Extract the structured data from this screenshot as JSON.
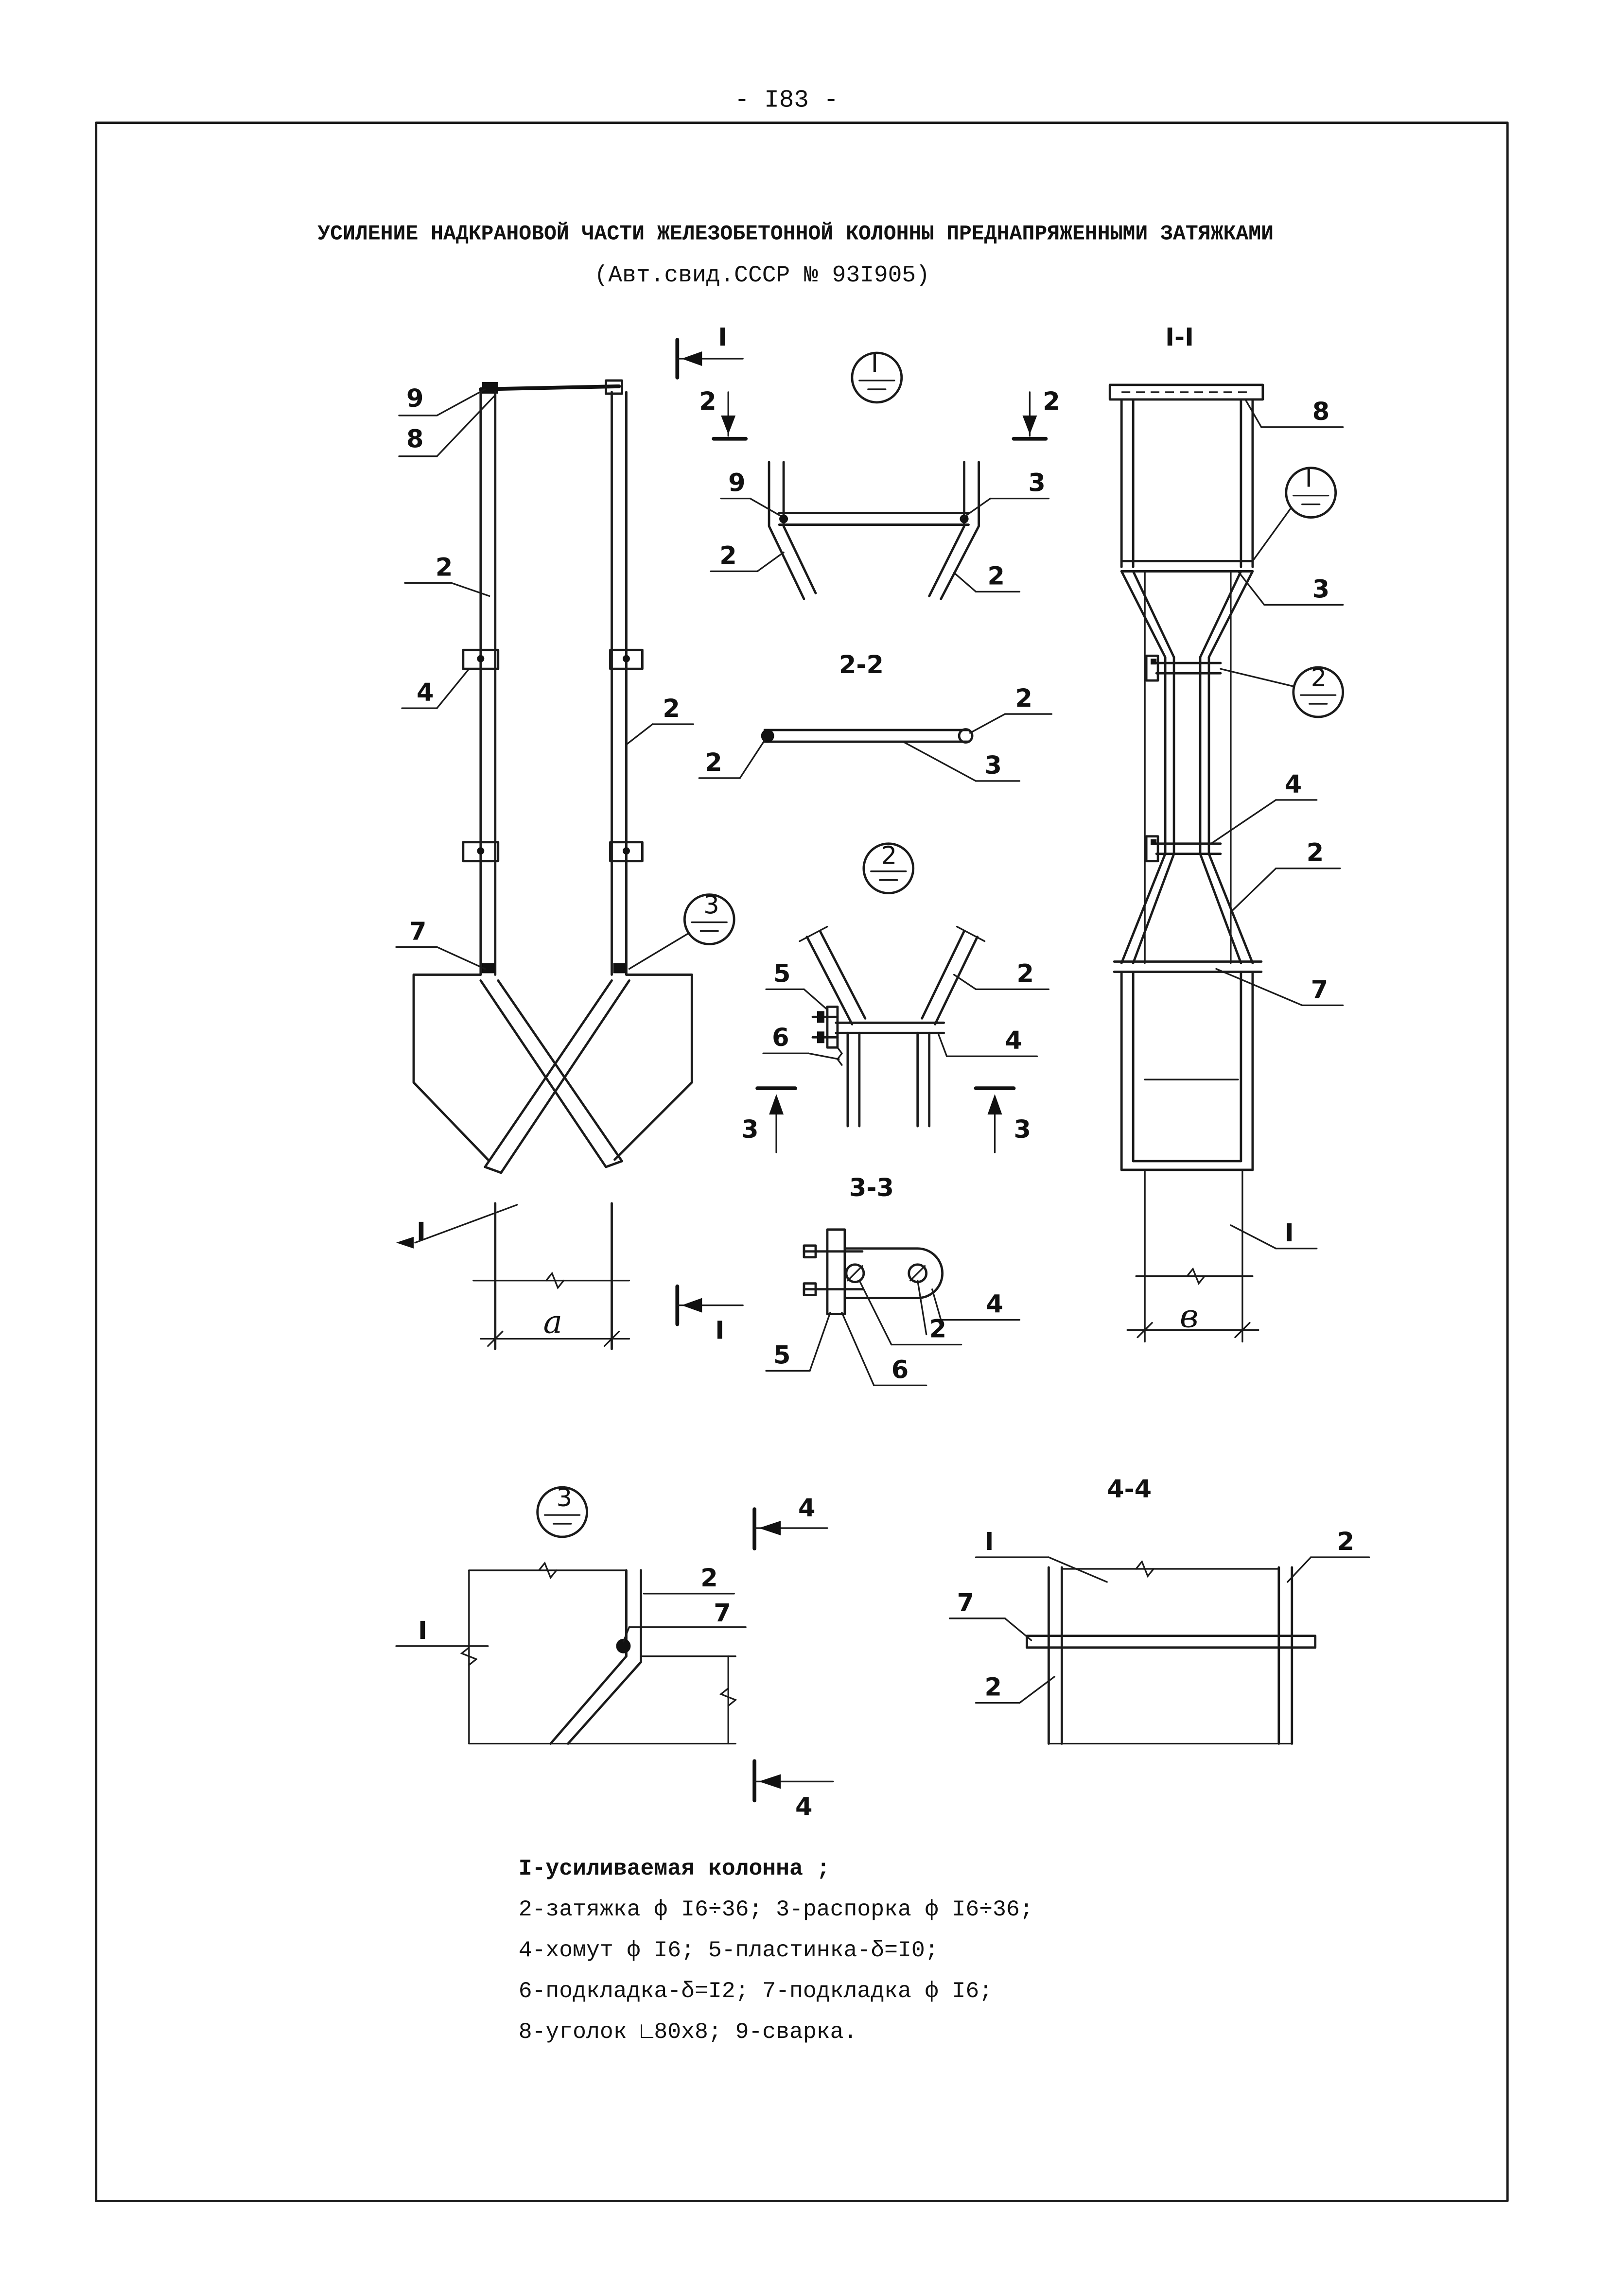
{
  "page_number": "- I83 -",
  "title": "УСИЛЕНИЕ НАДКРАНОВОЙ ЧАСТИ ЖЕЛЕЗОБЕТОННОЙ КОЛОННЫ ПРЕДНАПРЯЖЕННЫМИ ЗАТЯЖКАМИ",
  "subtitle": "(Авт.свид.СССР № 93I905)",
  "section_marks": {
    "I": "I",
    "two": "2",
    "three": "3",
    "four": "4"
  },
  "view_titles": {
    "section_I_I": "I-I",
    "section_2_2": "2-2",
    "section_3_3": "3-3",
    "section_4_4": "4-4"
  },
  "detail_marks": {
    "d1": "I",
    "d2": "2",
    "d3": "3"
  },
  "elevation": {
    "c9": "9",
    "c8": "8",
    "c2_left": "2",
    "c4": "4",
    "c2_right": "2",
    "c7": "7",
    "column": "I",
    "dim": "a"
  },
  "detail1": {
    "c9": "9",
    "c3": "3",
    "c2_left": "2",
    "c2_right": "2"
  },
  "section22": {
    "c2_left": "2",
    "c2_right": "2",
    "c3": "3"
  },
  "detail2": {
    "c5": "5",
    "c6": "6",
    "c2": "2",
    "c4": "4"
  },
  "section33": {
    "c4": "4",
    "c2": "2",
    "c5": "5",
    "c6": "6"
  },
  "side_view": {
    "c8": "8",
    "c3": "3",
    "c4": "4",
    "c2": "2",
    "c7": "7",
    "column": "I",
    "dim": "в"
  },
  "detail3": {
    "column": "I",
    "c2": "2",
    "c7": "7"
  },
  "section44": {
    "column": "I",
    "c2_top": "2",
    "c7": "7",
    "c2_bottom": "2"
  },
  "legend": [
    "I-усиливаемая колонна ;",
    "2-затяжка ф I6÷36; 3-распорка ф I6÷36;",
    "4-хомут ф I6; 5-пластинка-δ=I0;",
    "6-подкладка-δ=I2; 7-подкладка ф I6;",
    "8-уголок ∟80x8; 9-сварка."
  ]
}
